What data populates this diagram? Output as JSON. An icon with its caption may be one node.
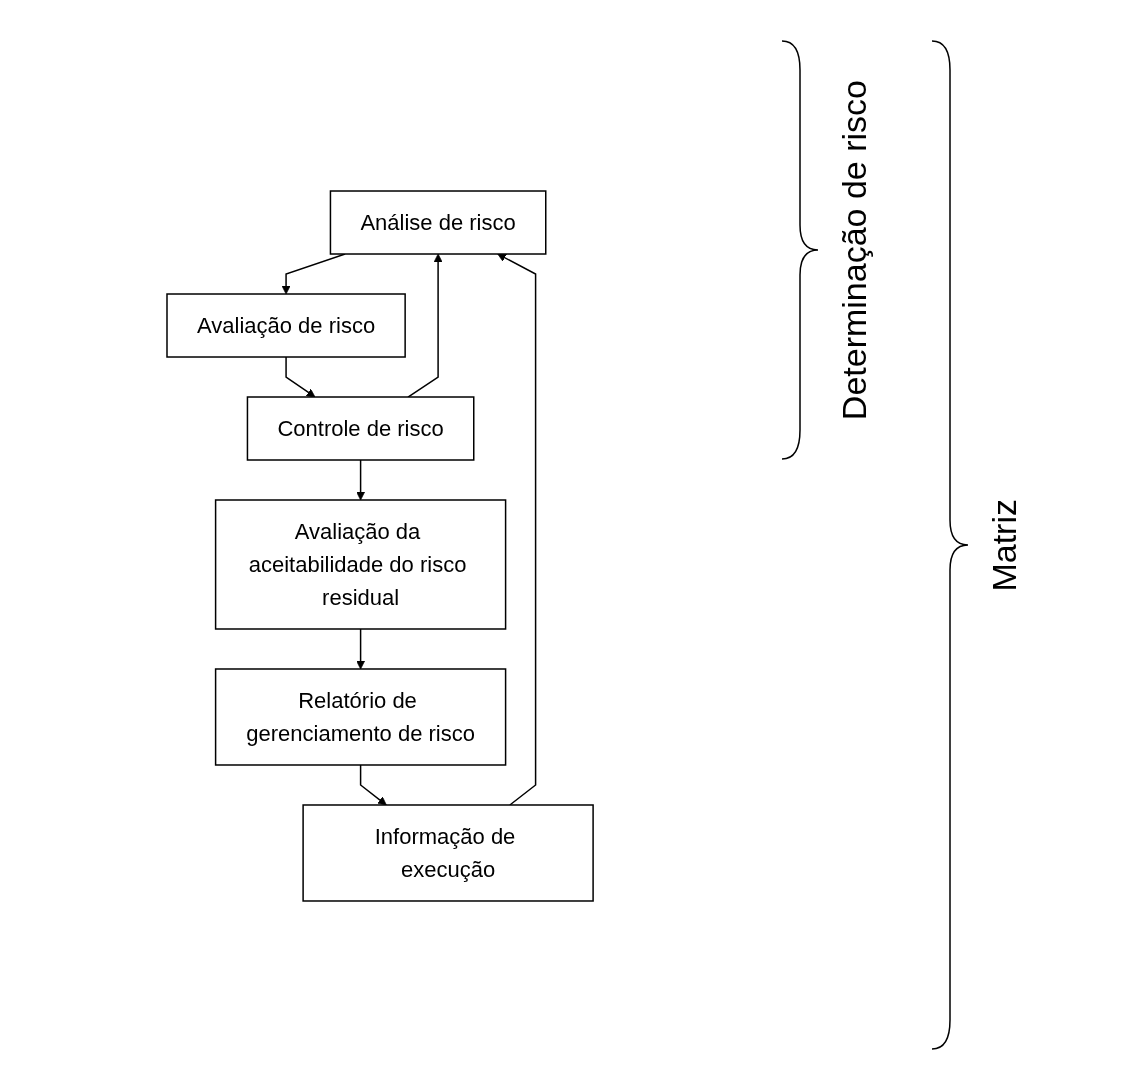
{
  "diagram": {
    "nodes": [
      {
        "text": [
          "Análise de risco"
        ]
      },
      {
        "text": [
          "Avaliação de risco"
        ]
      },
      {
        "text": [
          "Controle de risco"
        ]
      },
      {
        "text": [
          "Avaliação da aceitabilidade do risco residual"
        ]
      },
      {
        "text": [
          "Relatório de gerenciamento de risco"
        ]
      },
      {
        "text": [
          "Informação de execução"
        ]
      }
    ],
    "edges": [
      {
        "from": 0,
        "to": 1,
        "arrow": "to"
      },
      {
        "from": 1,
        "to": 2,
        "arrow": "to"
      },
      {
        "from": 2,
        "to": 3,
        "arrow": "to"
      },
      {
        "from": 3,
        "to": 4,
        "arrow": "to"
      },
      {
        "from": 4,
        "to": 5,
        "arrow": "to"
      },
      {
        "from": 2,
        "to": 0,
        "arrow": "to"
      },
      {
        "from": 5,
        "to": 0,
        "arrow": "to"
      }
    ],
    "labels": [
      "Determinação de risco",
      "Matriz"
    ]
  }
}
